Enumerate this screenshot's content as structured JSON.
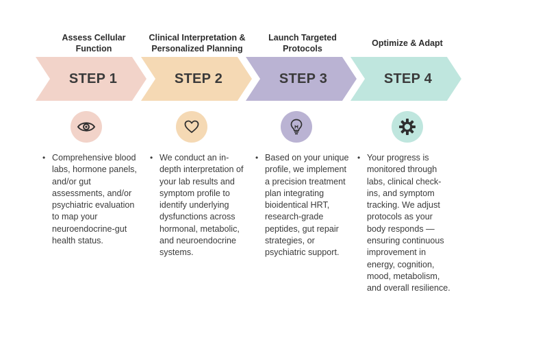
{
  "steps": [
    {
      "title": "Assess Cellular Function",
      "label": "STEP 1",
      "color": "#f2d3c9",
      "icon": "eye-icon",
      "description": "Comprehensive blood labs, hormone panels, and/or gut assessments, and/or psychiatric evaluation to map your neuroendocrine-gut health status."
    },
    {
      "title": "Clinical Interpretation & Personalized Planning",
      "label": "STEP 2",
      "color": "#f5d9b4",
      "icon": "heart-icon",
      "description": "We conduct an in-depth interpretation of your lab results and symptom profile to identify underlying dysfunctions across hormonal, metabolic, and neuroendocrine systems."
    },
    {
      "title": "Launch Targeted Protocols",
      "label": "STEP 3",
      "color": "#bab3d3",
      "icon": "lightbulb-icon",
      "description": "Based on your unique profile, we implement a precision treatment plan integrating bioidentical HRT, research-grade peptides, gut repair strategies, or psychiatric support."
    },
    {
      "title": "Optimize & Adapt",
      "label": "STEP 4",
      "color": "#bfe6de",
      "icon": "gear-icon",
      "description": "Your progress is monitored through labs, clinical check-ins, and symptom tracking. We adjust protocols as your body responds — ensuring continuous improvement in energy, cognition, mood, metabolism, and overall resilience."
    }
  ]
}
